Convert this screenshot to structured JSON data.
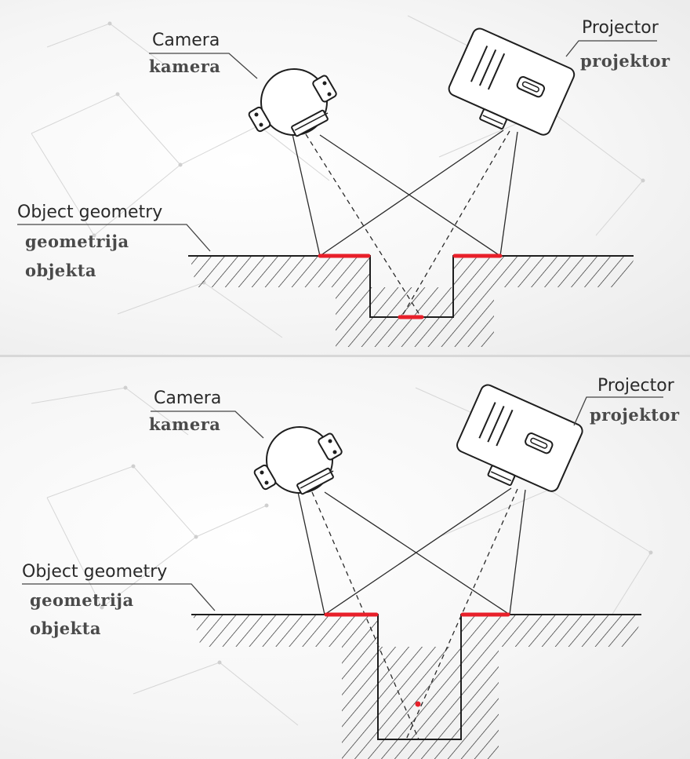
{
  "panels": [
    {
      "camera_label": "Camera",
      "camera_label_local": "kamera",
      "projector_label": "Projector",
      "projector_label_local": "projektor",
      "object_label": "Object geometry",
      "object_label_local_line1": "geometrija",
      "object_label_local_line2": "objekta"
    },
    {
      "camera_label": "Camera",
      "camera_label_local": "kamera",
      "projector_label": "Projector",
      "projector_label_local": "projektor",
      "object_label": "Object geometry",
      "object_label_local_line1": "geometrija",
      "object_label_local_line2": "objekta"
    }
  ],
  "colors": {
    "highlight": "#e8202a",
    "line": "#1e1e1e",
    "background": "#f4f4f4"
  },
  "icons": [
    "camera-icon",
    "projector-icon"
  ]
}
